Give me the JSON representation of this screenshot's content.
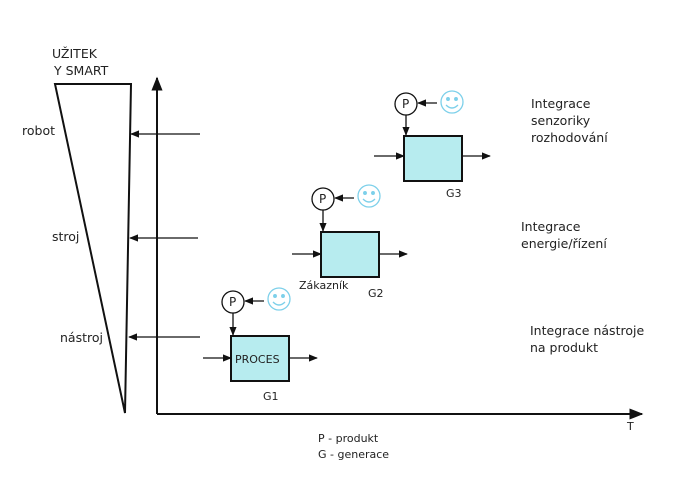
{
  "header": {
    "line1": "UŽITEK",
    "line2": "Y SMART"
  },
  "levels": {
    "robot": "robot",
    "stroj": "stroj",
    "nastroj": "nástroj"
  },
  "axes": {
    "t_label": "T"
  },
  "generations": {
    "g1": {
      "box_label": "PROCES",
      "label": "G1",
      "product": "P"
    },
    "g2": {
      "customer": "Zákazník",
      "label": "G2",
      "product": "P"
    },
    "g3": {
      "label": "G3",
      "product": "P"
    }
  },
  "integrations": {
    "g3_line1": "Integrace",
    "g3_line2": "senzoriky",
    "g3_line3": "rozhodování",
    "g2_line1": "Integrace",
    "g2_line2": "energie/řízení",
    "g1_line1": "Integrace nástroje",
    "g1_line2": "na produkt"
  },
  "legend": {
    "p": "P  -  produkt",
    "g": "G  -  generace"
  },
  "colors": {
    "box_fill": "#b7ecef",
    "smiley": "#7dd0ea",
    "line": "#111111"
  },
  "icons": {
    "smiley": "smiley-icon"
  }
}
